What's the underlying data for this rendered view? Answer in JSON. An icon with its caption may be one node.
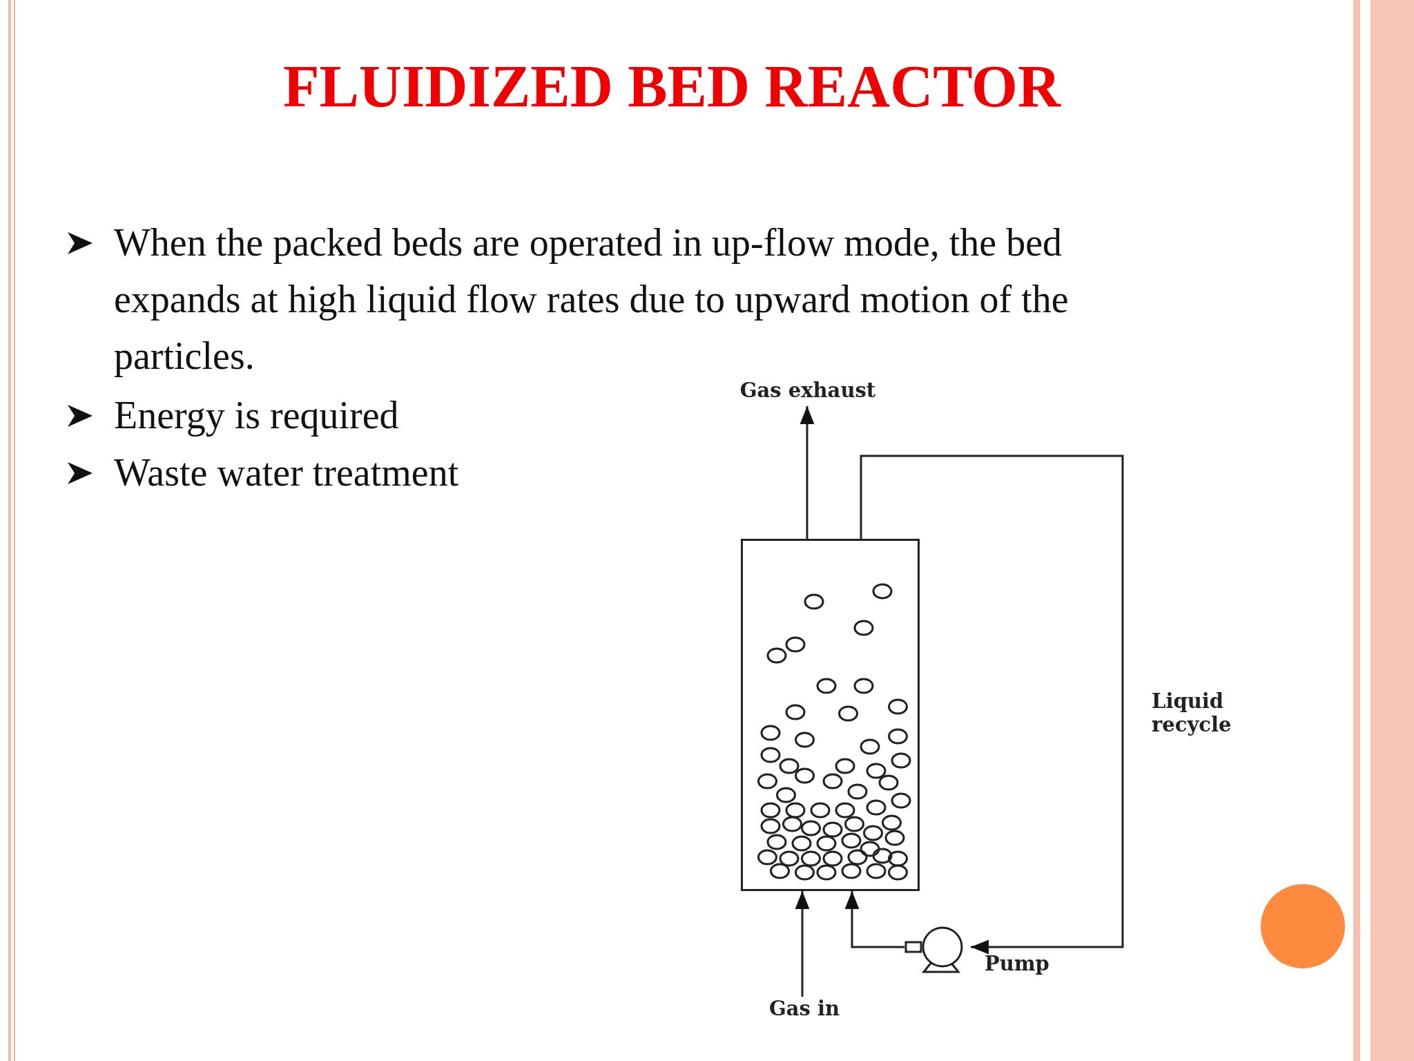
{
  "diagram": {
    "title": "FLUIDIZED BED REACTOR",
    "nodes": [
      {
        "text": [],
        "shape": "box"
      },
      {
        "text": [
          "Gas exhaust"
        ]
      },
      {
        "text": [
          "Gas in"
        ]
      },
      {
        "text": [],
        "shape": "circle",
        "beside": [
          "Pump"
        ]
      }
    ],
    "edges": [
      {
        "from": 0,
        "to": 1,
        "arrow": "to"
      },
      {
        "from": 0,
        "to": 3,
        "arrow": "to",
        "label": "Liquid recycle"
      },
      {
        "from": 2,
        "to": 0,
        "arrow": "to"
      },
      {
        "from": 3,
        "to": 0,
        "arrow": "to"
      }
    ],
    "labels": [
      "When the packed beds are operated in up-flow mode, the bed expands at high liquid flow rates due to upward motion of the particles.",
      "Energy is required",
      "Waste water treatment"
    ]
  }
}
